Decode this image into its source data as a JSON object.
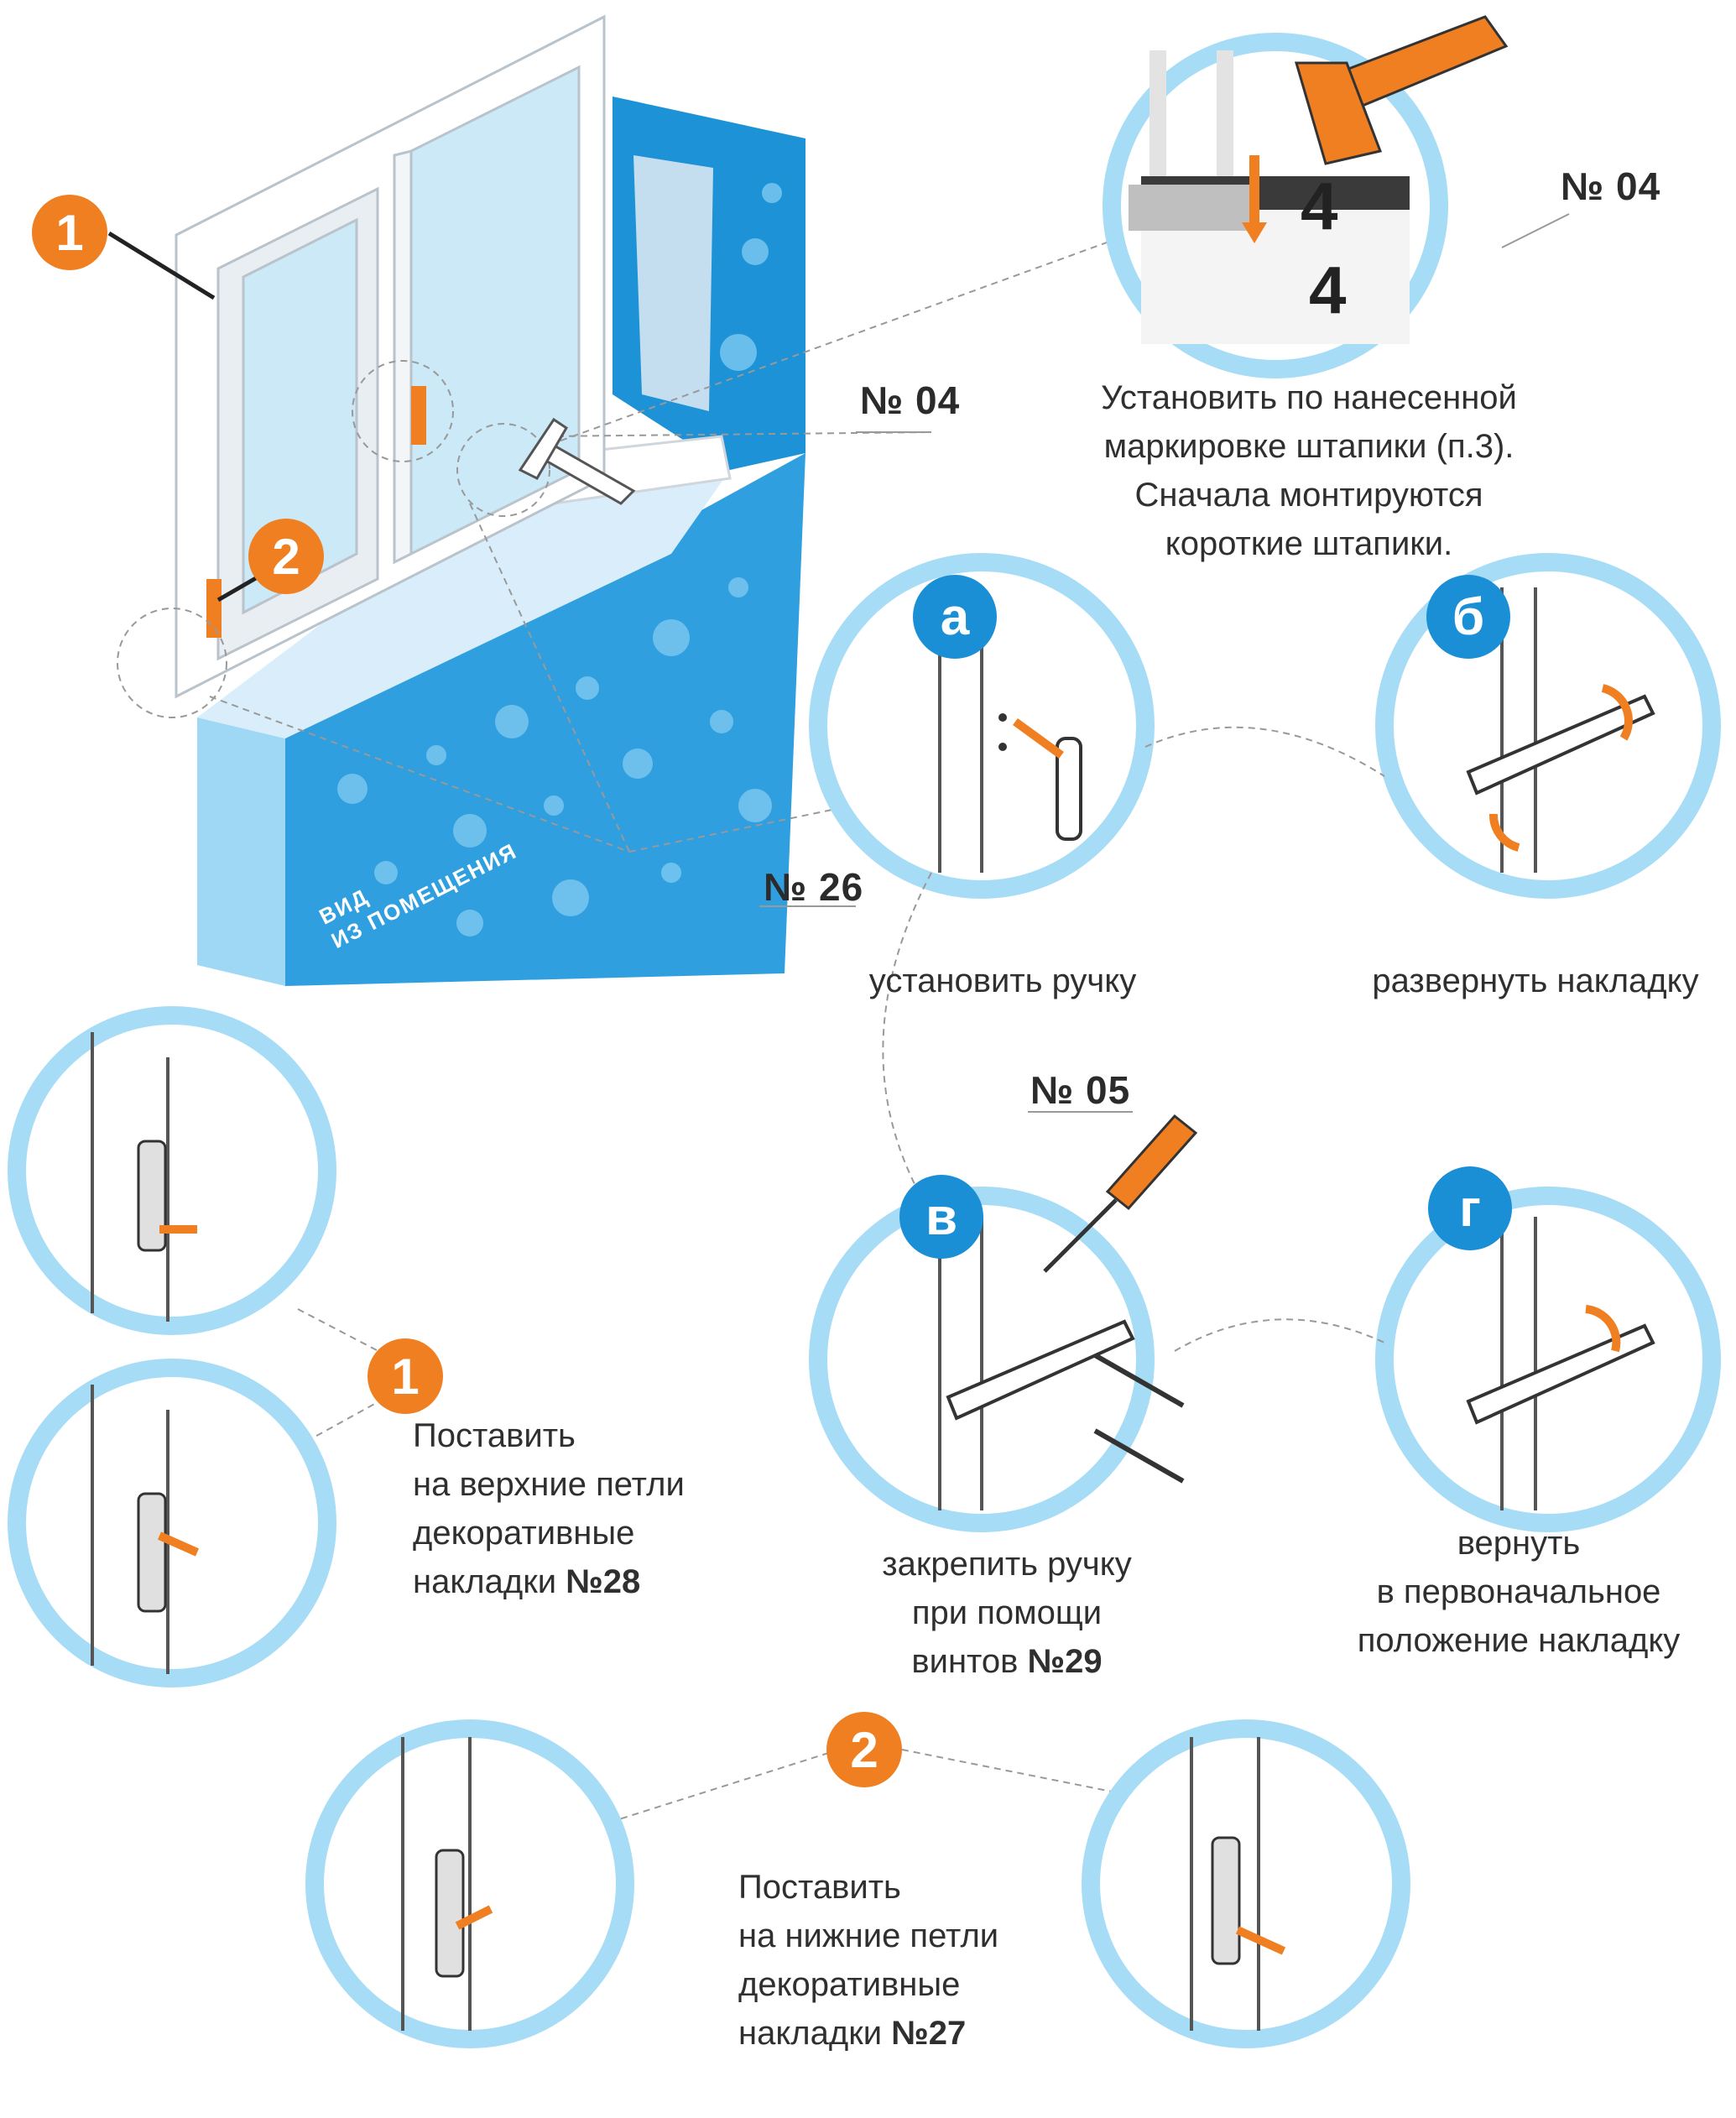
{
  "tags": {
    "tag_04_main": "№ 04",
    "tag_04_right": "№ 04",
    "tag_26": "№ 26",
    "tag_05": "№ 05"
  },
  "top_caption": [
    "Установить по нанесенной",
    "маркировке штапики (п.3).",
    "Сначала монтируются",
    "короткие штапики."
  ],
  "bead_marks": [
    "4",
    "4"
  ],
  "room_label": [
    "ВИД",
    "ИЗ ПОМЕЩЕНИЯ"
  ],
  "badges": {
    "one": "1",
    "two": "2",
    "a": "а",
    "b": "б",
    "v": "в",
    "g": "г"
  },
  "steps": {
    "a_caption": "установить ручку",
    "b_caption": "развернуть накладку",
    "v_caption": [
      "закрепить ручку",
      "при помощи",
      "винтов "
    ],
    "v_bold": "№29",
    "g_caption": [
      "вернуть",
      "в первоначальное",
      "положение накладку"
    ]
  },
  "hinges_top": {
    "lines": [
      "Поставить",
      "на верхние петли",
      "декоративные",
      "накладки "
    ],
    "bold": "№28"
  },
  "hinges_bottom": {
    "lines": [
      "Поставить",
      "на нижние петли",
      "декоративные",
      "накладки "
    ],
    "bold": "№27"
  },
  "colors": {
    "accent_orange": "#f07f22",
    "badge_blue": "#1a8fd6",
    "circle_ring": "#a6dcf5",
    "wall_blue": "#3aa8e2",
    "glass": "#cbe9f7"
  }
}
